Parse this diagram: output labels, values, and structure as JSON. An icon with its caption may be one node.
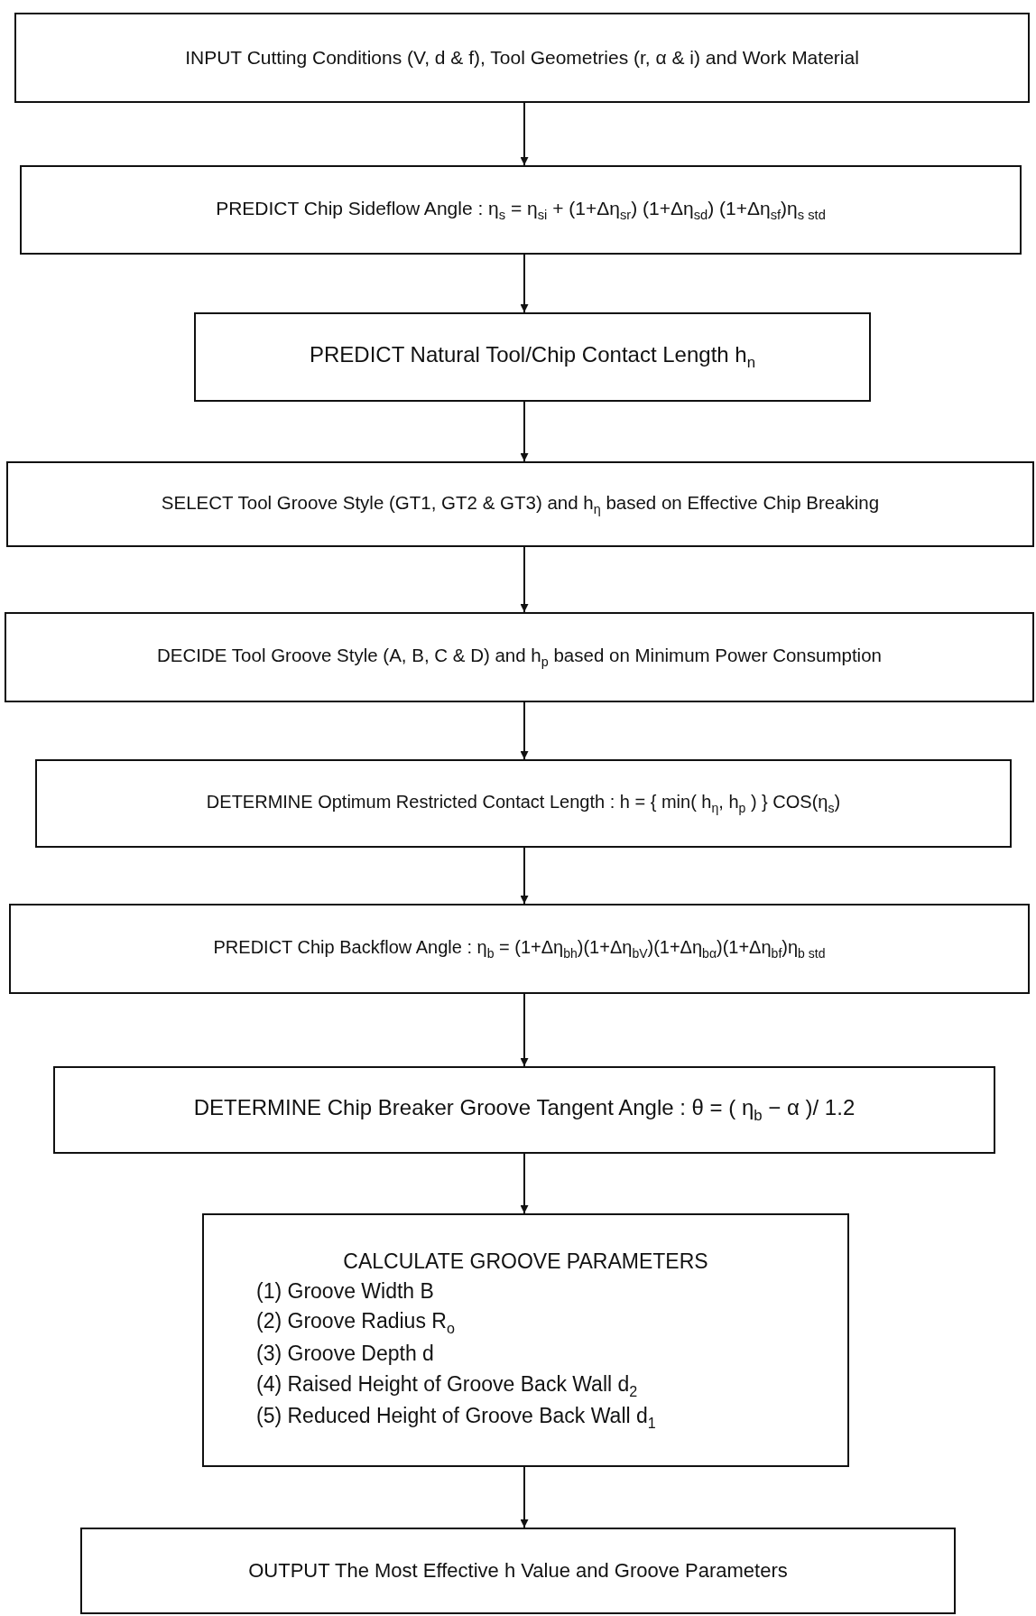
{
  "diagram": {
    "nodes": [
      {
        "text": [
          "INPUT  Cutting Conditions (V, d & f), Tool Geometries (r, α & i) and Work Material"
        ]
      },
      {
        "text": [
          "PREDICT  Chip Sideflow Angle : η$_{s}$ = η$_{si}$ + (1+Δη$_{sr}$) (1+Δη$_{sd}$) (1+Δη$_{sf}$)η$_{s std}$"
        ]
      },
      {
        "text": [
          "PREDICT  Natural Tool/Chip Contact Length  h$_{n}$"
        ]
      },
      {
        "text": [
          "SELECT  Tool Groove Style (GT1, GT2 & GT3) and h$_{η}$ based on Effective Chip Breaking"
        ]
      },
      {
        "text": [
          "DECIDE  Tool Groove Style (A, B, C & D) and h$_{p}$ based on Minimum Power Consumption"
        ]
      },
      {
        "text": [
          "DETERMINE Optimum Restricted Contact Length : h = { min( h$_{η}$, h$_{p}$ ) } COS(η$_{s}$)"
        ]
      },
      {
        "text": [
          "PREDICT  Chip Backflow Angle : η$_{b}$ = (1+Δη$_{bh}$)(1+Δη$_{bV}$)(1+Δη$_{bα}$)(1+Δη$_{bf}$)η$_{b std}$"
        ]
      },
      {
        "text": [
          "DETERMINE  Chip Breaker Groove Tangent Angle : θ = ( η$_{b}$ − α )/ 1.2"
        ]
      },
      {
        "text": [
          "CALCULATE GROOVE PARAMETERS",
          "(1) Groove Width  B",
          "(2) Groove Radius  R$_{o}$",
          "(3) Groove Depth  d",
          "(4) Raised Height of Groove Back Wall  d$_{2}$",
          "(5) Reduced Height of Groove Back Wall  d$_{1}$"
        ]
      },
      {
        "text": [
          "OUTPUT  The Most Effective  h  Value  and Groove Parameters"
        ]
      }
    ],
    "edges": [
      {
        "from": 0,
        "to": 1,
        "arrow": "to"
      },
      {
        "from": 1,
        "to": 2,
        "arrow": "to"
      },
      {
        "from": 2,
        "to": 3,
        "arrow": "to"
      },
      {
        "from": 3,
        "to": 4,
        "arrow": "to"
      },
      {
        "from": 4,
        "to": 5,
        "arrow": "to"
      },
      {
        "from": 5,
        "to": 6,
        "arrow": "to"
      },
      {
        "from": 6,
        "to": 7,
        "arrow": "to"
      },
      {
        "from": 7,
        "to": 8,
        "arrow": "to"
      },
      {
        "from": 8,
        "to": 9,
        "arrow": "to"
      }
    ]
  }
}
